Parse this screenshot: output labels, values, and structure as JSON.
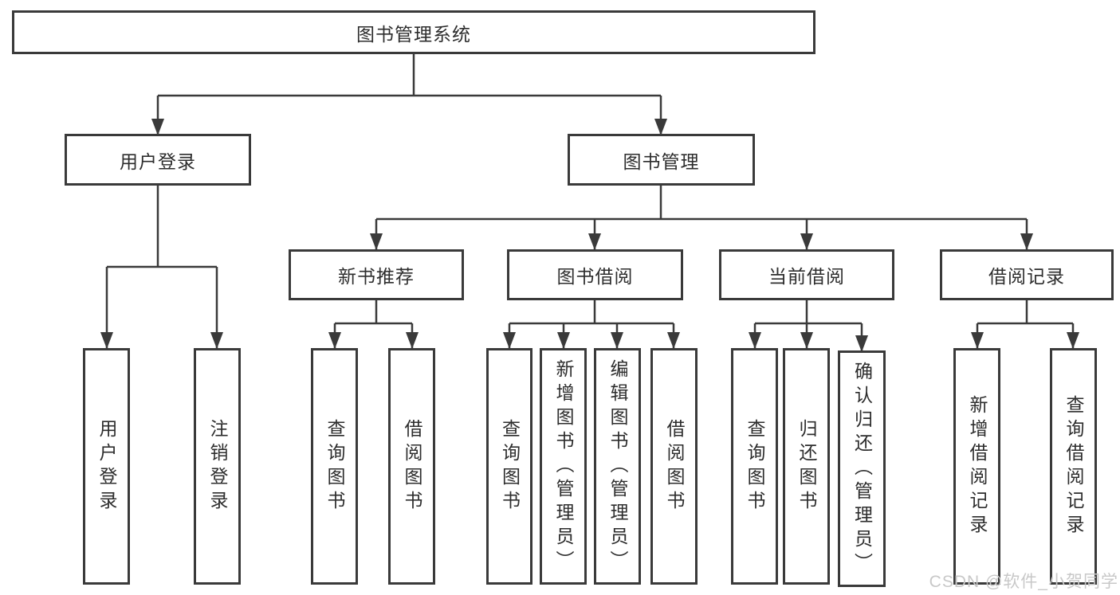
{
  "diagram": {
    "root": "图书管理系统",
    "user_branch": {
      "label": "用户登录",
      "children": [
        "用户登录",
        "注销登录"
      ]
    },
    "book_branch": {
      "label": "图书管理",
      "sections": [
        {
          "label": "新书推荐",
          "children": [
            "查询图书",
            "借阅图书"
          ]
        },
        {
          "label": "图书借阅",
          "children": [
            "查询图书",
            "新增图书（管理员）",
            "编辑图书（管理员）",
            "借阅图书"
          ]
        },
        {
          "label": "当前借阅",
          "children": [
            "查询图书",
            "归还图书",
            "确认归还（管理员）"
          ]
        },
        {
          "label": "借阅记录",
          "children": [
            "新增借阅记录",
            "查询借阅记录"
          ]
        }
      ]
    }
  },
  "watermark": "CSDN @软件_小贺同学",
  "colors": {
    "line": "#3a3a3a",
    "text": "#2d2d2d",
    "watermark": "#c8c8c8",
    "background": "#ffffff"
  }
}
